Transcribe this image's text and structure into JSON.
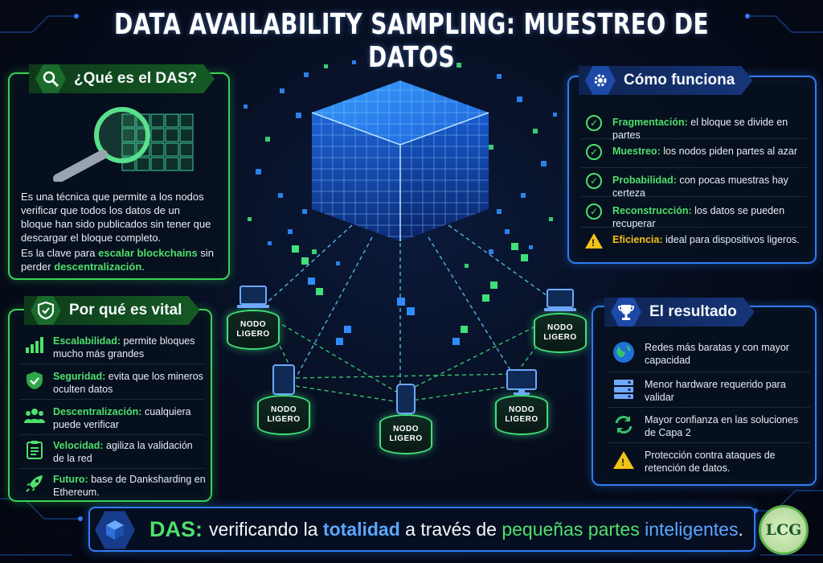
{
  "title": "DATA AVAILABILITY SAMPLING: MUESTREO DE DATOS",
  "colors": {
    "green": "#4ee06a",
    "blue": "#5aa7ff",
    "warning": "#f2c318",
    "border_green": "#39d353",
    "border_blue": "#2f7cf5"
  },
  "what_is": {
    "heading": "¿Qué es el DAS?",
    "icon": "magnifier-icon",
    "p1": "Es una técnica que permite a los nodos verificar que todos los datos de un bloque han sido publicados sin tener que descargar el bloque completo.",
    "p2_prefix": "Es la clave para ",
    "p2_hl1": "escalar blockchains",
    "p2_mid": " sin perder ",
    "p2_hl2": "descentralización",
    "p2_suffix": "."
  },
  "why_vital": {
    "heading": "Por qué es vital",
    "items": [
      {
        "icon": "bar-chart-icon",
        "term": "Escalabilidad:",
        "text": "permite bloques mucho más grandes"
      },
      {
        "icon": "shield-icon",
        "term": "Seguridad:",
        "text": "evita que los mineros oculten datos"
      },
      {
        "icon": "people-icon",
        "term": "Descentralización:",
        "text": "cualquiera puede verificar"
      },
      {
        "icon": "clipboard-icon",
        "term": "Velocidad:",
        "text": "agiliza la validación de la red"
      },
      {
        "icon": "rocket-icon",
        "term": "Futuro:",
        "text": "base de Danksharding en Ethereum."
      }
    ]
  },
  "how_it_works": {
    "heading": "Cómo funciona",
    "items": [
      {
        "icon": "check-icon",
        "term": "Fragmentación:",
        "text": "el bloque se divide en partes"
      },
      {
        "icon": "check-icon",
        "term": "Muestreo:",
        "text": "los nodos piden partes al azar"
      },
      {
        "icon": "check-icon",
        "term": "Probabilidad:",
        "text": "con pocas muestras hay certeza"
      },
      {
        "icon": "check-icon",
        "term": "Reconstrucción:",
        "text": "los datos se pueden recuperar"
      },
      {
        "icon": "warning-icon",
        "term": "Eficiencia:",
        "text": "ideal para dispositivos ligeros."
      }
    ]
  },
  "result": {
    "heading": "El resultado",
    "items": [
      {
        "icon": "globe-icon",
        "text": "Redes más baratas y con mayor capacidad"
      },
      {
        "icon": "server-icon",
        "text": "Menor hardware requerido para validar"
      },
      {
        "icon": "sync-icon",
        "text": "Mayor confianza en las soluciones de Capa 2"
      },
      {
        "icon": "warning-icon",
        "text": "Protección contra ataques de retención de datos."
      }
    ]
  },
  "nodes": [
    {
      "id": "laptop-left",
      "icon": "laptop-icon",
      "line1": "NODO",
      "line2": "LIGERO"
    },
    {
      "id": "tablet",
      "icon": "tablet-icon",
      "line1": "NODO",
      "line2": "LIGERO"
    },
    {
      "id": "phone",
      "icon": "phone-icon",
      "line1": "NODO",
      "line2": "LIGERO"
    },
    {
      "id": "monitor",
      "icon": "monitor-icon",
      "line1": "NODO",
      "line2": "LIGERO"
    },
    {
      "id": "laptop-right",
      "icon": "laptop-icon",
      "line1": "NODO",
      "line2": "LIGERO"
    }
  ],
  "footer": {
    "icon": "cube-icon",
    "das": "DAS:",
    "t1": "verificando la ",
    "t2": "totalidad",
    "t3": " a través de ",
    "t4": "pequeñas partes",
    "t5": " ",
    "t6": "inteligentes",
    "t7": "."
  },
  "logo": {
    "text": "LCG"
  }
}
